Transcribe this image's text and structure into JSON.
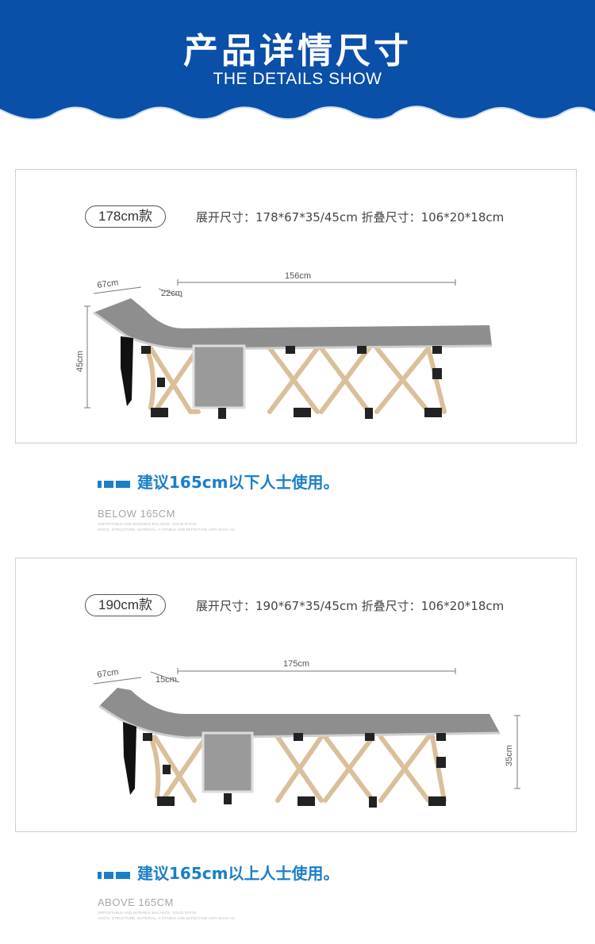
{
  "header": {
    "title": "产品详情尺寸",
    "subtitle": "THE DETAILS SHOW",
    "bg_color": "#0a4fa8"
  },
  "products": [
    {
      "badge": "178cm款",
      "dims": "展开尺寸：178*67*35/45cm  折叠尺寸：106*20*18cm",
      "diagram": {
        "width_label": "67cm",
        "head_label": "22cm",
        "length_label": "156cm",
        "height_label": "45cm"
      },
      "recommendation": "建议165cm以下人士使用。",
      "english_title": "BELOW 165CM",
      "fine_print": [
        "URPOSTABLE AND DURABLE BALANCE, SOLID RATIO",
        "ANICS, STRUCTURE, MATERIAL, A STABLE AND EFFECTIVE ANTI-SHAK AC"
      ]
    },
    {
      "badge": "190cm款",
      "dims": "展开尺寸：190*67*35/45cm  折叠尺寸：106*20*18cm",
      "diagram": {
        "width_label": "67cm",
        "head_label": "15cm",
        "length_label": "175cm",
        "height_label": "35cm"
      },
      "recommendation": "建议165cm以上人士使用。",
      "english_title": "ABOVE 165CM",
      "fine_print": [
        "URPOSTABLE AND DURABLE BALANCE, SOLID RATIO",
        "ANICS, STRUCTURE, MATERIAL, A STABLE AND EFFECTIVE ANTI-SHAK AC"
      ]
    }
  ],
  "colors": {
    "accent": "#1a7fc9",
    "frame": "#d9c09a",
    "bed": "#8e8e8e"
  }
}
